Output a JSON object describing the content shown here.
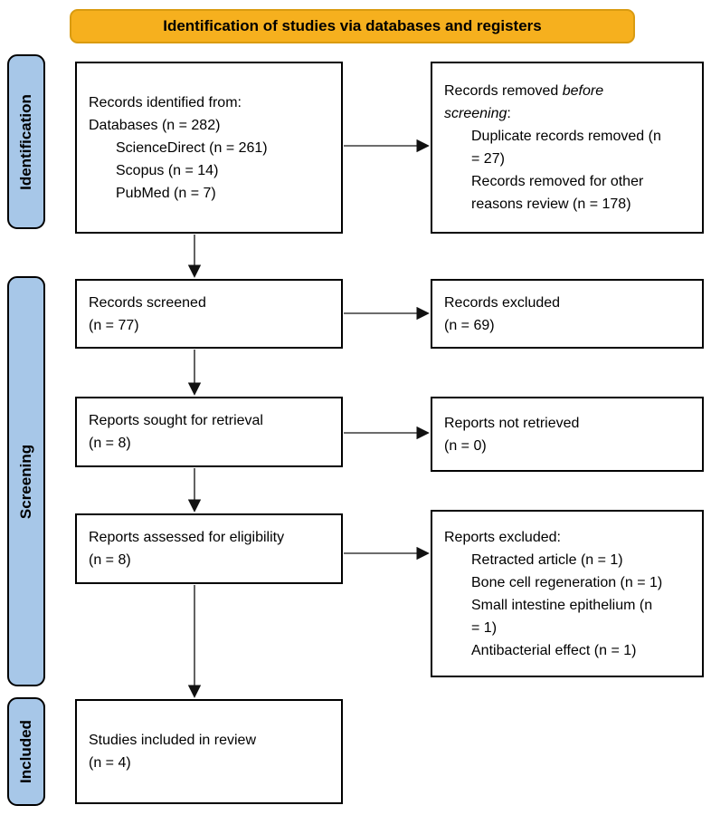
{
  "banner": {
    "label": "Identification of studies via databases and registers"
  },
  "sidebar": [
    {
      "label": "Identification"
    },
    {
      "label": "Screening"
    },
    {
      "label": "Included"
    }
  ],
  "colors": {
    "banner_fill": "#F6B01E",
    "banner_border": "#D99B11",
    "stage_fill": "#A7C7E8",
    "stage_border": "#000000",
    "box_border": "#000000",
    "arrow": "#3C3C3C",
    "arrowhead": "#111111",
    "text": "#000000"
  },
  "boxes": {
    "records_identified": {
      "lines": [
        {
          "indent": 0,
          "runs": [
            {
              "text": "Records identified from:"
            }
          ]
        },
        {
          "indent": 0,
          "runs": [
            {
              "text": "Databases (n = 282)"
            }
          ]
        },
        {
          "indent": 1,
          "runs": [
            {
              "text": "ScienceDirect (n = 261)"
            }
          ]
        },
        {
          "indent": 1,
          "runs": [
            {
              "text": "Scopus (n = 14)"
            }
          ]
        },
        {
          "indent": 1,
          "runs": [
            {
              "text": "PubMed (n = 7)"
            }
          ]
        }
      ]
    },
    "records_removed": {
      "lines": [
        {
          "indent": 0,
          "runs": [
            {
              "text": "Records removed "
            },
            {
              "text": "before",
              "italic": true
            }
          ]
        },
        {
          "indent": 0,
          "runs": [
            {
              "text": "screening",
              "italic": true
            },
            {
              "text": ":"
            }
          ]
        },
        {
          "indent": 1,
          "runs": [
            {
              "text": "Duplicate records removed (n"
            }
          ]
        },
        {
          "indent": 1,
          "runs": [
            {
              "text": "= 27)"
            }
          ]
        },
        {
          "indent": 1,
          "runs": [
            {
              "text": "Records removed for other"
            }
          ]
        },
        {
          "indent": 1,
          "runs": [
            {
              "text": "reasons review (n = 178)"
            }
          ]
        }
      ]
    },
    "records_screened": {
      "lines": [
        {
          "indent": 0,
          "runs": [
            {
              "text": "Records screened"
            }
          ]
        },
        {
          "indent": 0,
          "runs": [
            {
              "text": "(n = 77)"
            }
          ]
        }
      ]
    },
    "records_excluded": {
      "lines": [
        {
          "indent": 0,
          "runs": [
            {
              "text": "Records excluded"
            }
          ]
        },
        {
          "indent": 0,
          "runs": [
            {
              "text": "(n = 69)"
            }
          ]
        }
      ]
    },
    "reports_sought": {
      "lines": [
        {
          "indent": 0,
          "runs": [
            {
              "text": "Reports sought for retrieval"
            }
          ]
        },
        {
          "indent": 0,
          "runs": [
            {
              "text": "(n = 8)"
            }
          ]
        }
      ]
    },
    "reports_not_retrieved": {
      "lines": [
        {
          "indent": 0,
          "runs": [
            {
              "text": "Reports not retrieved"
            }
          ]
        },
        {
          "indent": 0,
          "runs": [
            {
              "text": "(n = 0)"
            }
          ]
        }
      ]
    },
    "reports_assessed": {
      "lines": [
        {
          "indent": 0,
          "runs": [
            {
              "text": "Reports assessed for eligibility"
            }
          ]
        },
        {
          "indent": 0,
          "runs": [
            {
              "text": "(n = 8)"
            }
          ]
        }
      ]
    },
    "reports_excluded": {
      "lines": [
        {
          "indent": 0,
          "runs": [
            {
              "text": "Reports excluded:"
            }
          ]
        },
        {
          "indent": 1,
          "runs": [
            {
              "text": "Retracted article (n = 1)"
            }
          ]
        },
        {
          "indent": 1,
          "runs": [
            {
              "text": "Bone cell regeneration (n = 1)"
            }
          ]
        },
        {
          "indent": 1,
          "runs": [
            {
              "text": "Small intestine epithelium (n"
            }
          ]
        },
        {
          "indent": 1,
          "runs": [
            {
              "text": "= 1)"
            }
          ]
        },
        {
          "indent": 1,
          "runs": [
            {
              "text": "Antibacterial effect (n = 1)"
            }
          ]
        }
      ]
    },
    "studies_included": {
      "lines": [
        {
          "indent": 0,
          "runs": [
            {
              "text": "Studies included in review"
            }
          ]
        },
        {
          "indent": 0,
          "runs": [
            {
              "text": "(n = 4)"
            }
          ]
        }
      ]
    }
  }
}
